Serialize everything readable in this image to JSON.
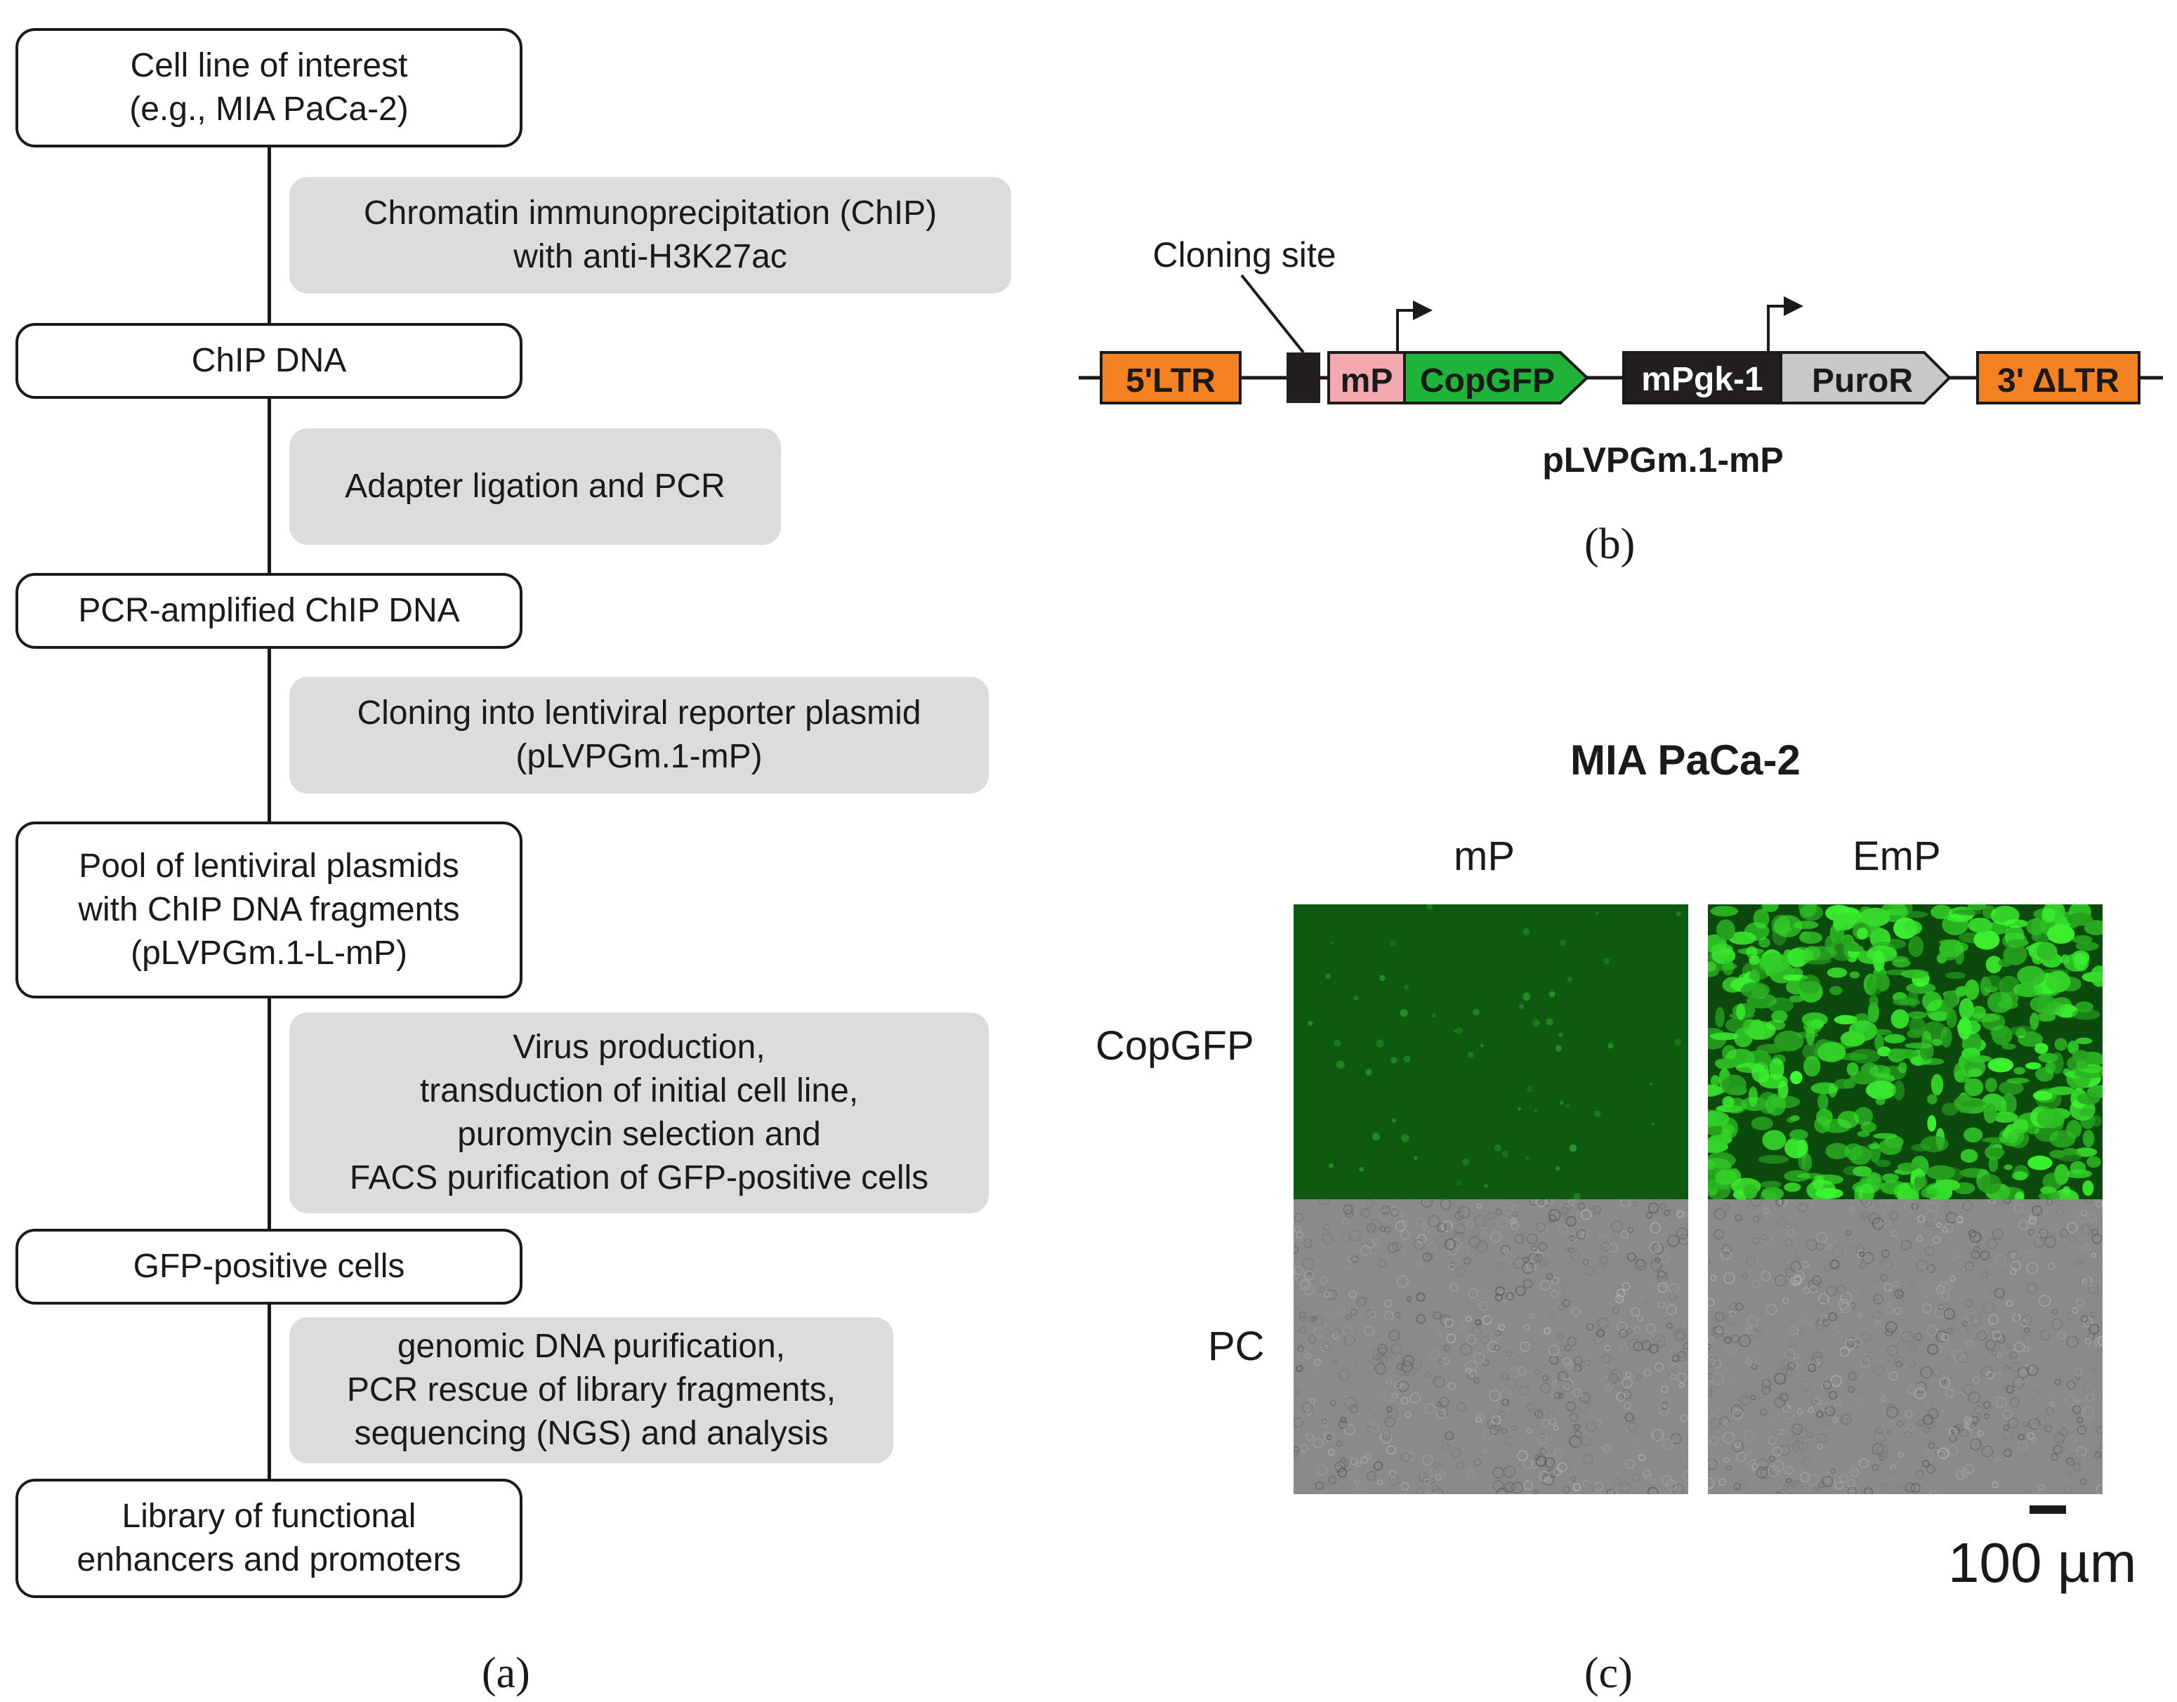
{
  "panel_a": {
    "label": "(a)",
    "steps": [
      {
        "lines": [
          "Cell line of interest",
          "(e.g., MIA PaCa-2)"
        ]
      },
      {
        "lines": [
          "ChIP DNA"
        ]
      },
      {
        "lines": [
          "PCR-amplified ChIP DNA"
        ]
      },
      {
        "lines": [
          "Pool of lentiviral plasmids",
          "with ChIP DNA fragments",
          "(pLVPGm.1-L-mP)"
        ]
      },
      {
        "lines": [
          "GFP-positive cells"
        ]
      },
      {
        "lines": [
          "Library of functional",
          "enhancers and promoters"
        ]
      }
    ],
    "processes": [
      {
        "lines": [
          "Chromatin immunoprecipitation (ChIP)",
          "with anti-H3K27ac"
        ]
      },
      {
        "lines": [
          "Adapter ligation and PCR"
        ]
      },
      {
        "lines": [
          "Cloning into lentiviral reporter plasmid",
          "(pLVPGm.1-mP)"
        ]
      },
      {
        "lines": [
          "Virus production,",
          "transduction of initial cell line,",
          "puromycin selection and",
          "FACS purification of GFP-positive cells"
        ]
      },
      {
        "lines": [
          "genomic DNA purification,",
          "PCR rescue of library fragments,",
          "sequencing (NGS) and analysis"
        ]
      }
    ]
  },
  "panel_b": {
    "label": "(b)",
    "cloning_site": "Cloning site",
    "plasmid_name": "pLVPGm.1-mP",
    "elements": {
      "ltr5": "5'LTR",
      "mp": "mP",
      "copgfp": "CopGFP",
      "mpgk": "mPgk-1",
      "puror": "PuroR",
      "ltr3": "3' ΔLTR"
    },
    "colors": {
      "ltr": "#f58220",
      "mp": "#f4a9b0",
      "copgfp": "#1fb33a",
      "mpgk": "#231f20",
      "puror": "#c8c8c8"
    }
  },
  "panel_c": {
    "label": "(c)",
    "title": "MIA PaCa-2",
    "col_headers": [
      "mP",
      "EmP"
    ],
    "row_labels": [
      "CopGFP",
      "PC"
    ],
    "scale_bar": "100 µm"
  }
}
